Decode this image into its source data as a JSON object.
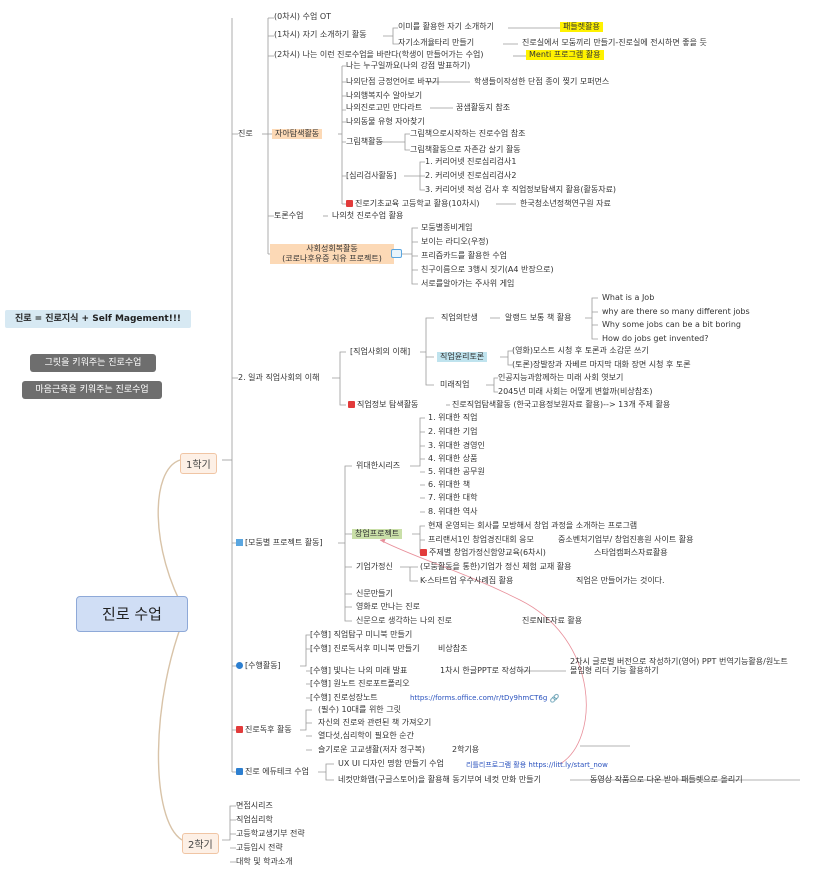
{
  "root": "진로 수업",
  "side": {
    "note": "진로 = 진로지식 + Self Magement!!!",
    "pill1": "그릿을 키워주는 진로수업",
    "pill2": "마음근육을 키워주는 진로수업"
  },
  "terms": {
    "t1": "1학기",
    "t2": "2학기"
  },
  "s1": {
    "jinro": {
      "label": "진로",
      "ot": "(0차시) 수업 OT",
      "intro": "(1차시) 자기 소개하기 활동",
      "intro_a": "이미를 활용한 자기 소개하기",
      "intro_a_tag": "패들렛활용",
      "intro_b": "자기소개율타리 만들기",
      "intro_b_note": "진로실에서 모둠끼리 만들기-진로실에 전시하면 좋을 듯",
      "class2": "(2차시) 나는 이런 진로수업을 바란다(학생이 만들어가는 수업)",
      "class2_tag": "Menti 프로그램 활용",
      "self": "자아탐색활동",
      "self_items": [
        "나는 누구일까요(나의 강점 발표하기)",
        "나의단점 긍정언어로 바꾸기",
        "나의행복지수 알아보기",
        "나의진로고민 만다라트",
        "나의동물 유형 자아찾기"
      ],
      "self_items_note1": "학생들이작성한 단점 종이 찢기 모퍼먼스",
      "self_items_note4": "꿈샘활동지 참조",
      "picture": "그림책활동",
      "picture_items": [
        "그림책으로시작하는 진로수업 참조",
        "그림책활동으로 자존감 살기 활동"
      ],
      "psych": "[심리검사활동]",
      "psych_items": [
        "1. 커리어넷 진로심리검사1",
        "2. 커리어넷 진로심리검사2",
        "3. 커리어넷 적성 검사 후 직업정보탐색지 활용(활동자료)"
      ],
      "highschool": "진로기초교육 고등학교 활용(10차시)",
      "highschool_note": "한국청소년정책연구원 자료",
      "debate": "토론수업",
      "debate_note": "나의첫 진로수업 활용",
      "social": "사회성회복활동\n(코로나후유증 치유 프로젝트)",
      "social_items": [
        "모둠별종비게임",
        "보이는 라디오(우정)",
        "프리즘카드를 활용한 수업",
        "친구이름으로 3행시 짓기(A4 반장으로)",
        "서로를알아가는 주사위 게임"
      ]
    },
    "work": {
      "label": "2. 일과 직업사회의 이해",
      "understand": "[직업사회의 이해]",
      "birth": "직업의탄생",
      "birth_note": "알랭드 보통 책 활용",
      "birth_items": [
        "What is a Job",
        "why are there so many different jobs",
        "Why some jobs can be a bit boring",
        "How do jobs get invented?"
      ],
      "ethics": "직업윤리토론",
      "ethics_items": [
        "(영화)모스트 시청 후 토론과 소감문 쓰기",
        "(토론)장발장과 자베르 마지막 대화 장면 시청 후 토론"
      ],
      "future": "미래직업",
      "future_items": [
        "인공지능과함께하는 미래 사회 엿보기",
        "2045년 미래 사회는 어떻게 변할까(비상참조)"
      ],
      "search": "직업정보 탐색활동",
      "search_note": "진로직업탐색활동 (한국고용정보원자료 활용)--> 13개 주제 활용"
    },
    "project": {
      "label": "[모둠별 프로젝트 활동]",
      "great": "위대한시리즈",
      "great_items": [
        "1. 위대한 직업",
        "2. 위대한 기업",
        "3. 위대한 경영인",
        "4. 위대한 상품",
        "5. 위대한 공무원",
        "6. 위대한 책",
        "7. 위대한 대학",
        "8. 위대한 역사"
      ],
      "startup": "창업프로젝트",
      "startup_items": [
        "현재 운영되는 회사를 모방해서 창업 과정을 소개하는 프로그램",
        "프리랜서1인 창업경진대회 응모",
        "주제별 창업가정신함양교육(6차시)"
      ],
      "startup_note1": "중소벤처기업부/ 창업진흥원 사이트 활용",
      "startup_note2": "스타업캠퍼스자료활용",
      "spirit": "기업가정신",
      "spirit_items": [
        "(모둠활동을 통한)기업가 정신 체험 교재 활용",
        "K-스타트업 우수사례집 활용"
      ],
      "spirit_note": "직업은 만들어가는 것이다.",
      "news": [
        "신문만들기",
        "영화로 만나는 진로",
        "신문으로 생각하는 나의 진로"
      ],
      "news_note": "진로NIE자료 활용"
    },
    "perf": {
      "label": "[수행활동]",
      "items": [
        "[수행] 직업탐구 미니북 만들기",
        "[수행] 진로독서후 미니북 만들기",
        "[수행] 빛나는 나의 미래 발표",
        "[수행] 원노트 진로포트폴리오",
        "[수행] 진로성장노트"
      ],
      "note2": "비상참조",
      "note3": "1차시 한글PPT로 작성하기",
      "note3b": "2차시 글로벌 버전으로 작성하기(영어) PPT 번역기능활용/원노트\n몰입형 리더 기능 활용하기",
      "note5": "https://forms.office.com/r/tDy9hmCT6g"
    },
    "reading": {
      "label": "진로독후 활동",
      "items": [
        "(필수) 10대를 위한 그릿",
        "자신의 진로와 관련된 책 가져오기",
        "열다섯,심리학이 필요한 순간",
        "슬기로운 고교생활(저자 정구복)"
      ],
      "note4": "2학기용"
    },
    "edutech": {
      "label": "진로 에듀테크 수업",
      "items": [
        "UX UI 디자인 명함 만들기 수업",
        "네컷만화앱(구글스토어)을 활용해 동기부여 네컷 만화 만들기"
      ],
      "note1": "리틀리프로그램 활용 https://litt.ly/start_now",
      "note2": "동영상 작품으로 다운 받아 패들렛으로 올리기"
    }
  },
  "s2": {
    "items": [
      "면접시리즈",
      "직업심리학",
      "고등학교생기부 전략",
      "고등입시 전략",
      "대학 및 학과소개"
    ]
  }
}
